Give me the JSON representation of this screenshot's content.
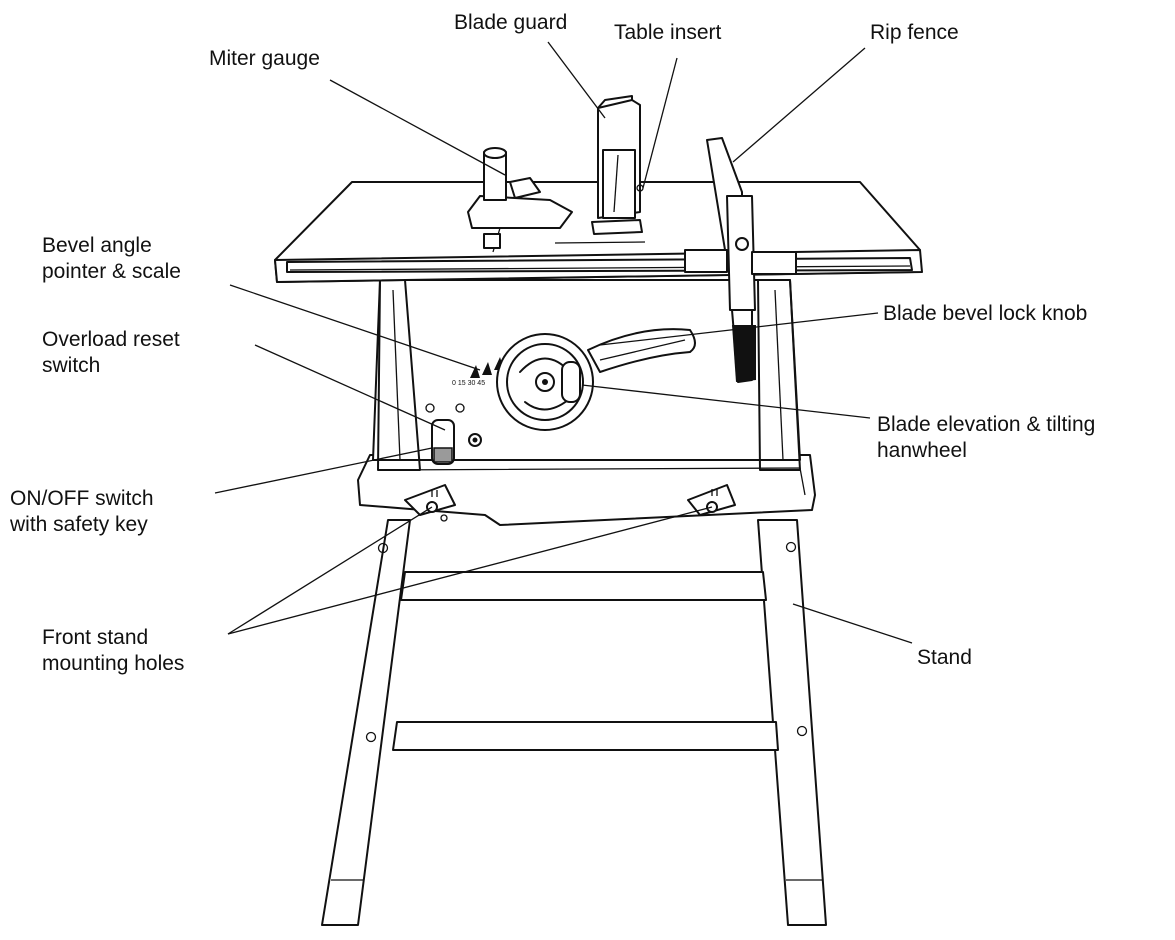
{
  "labels": {
    "blade_guard": "Blade guard",
    "table_insert": "Table insert",
    "rip_fence": "Rip fence",
    "miter_gauge": "Miter gauge",
    "bevel_angle_line1": "Bevel angle",
    "bevel_angle_line2": "pointer & scale",
    "blade_bevel_lock": "Blade bevel lock knob",
    "overload_line1": "Overload reset",
    "overload_line2": "switch",
    "handwheel_line1": "Blade elevation & tilting",
    "handwheel_line2": "hanwheel",
    "onoff_line1": "ON/OFF switch",
    "onoff_line2": "with safety key",
    "front_stand_line1": "Front stand",
    "front_stand_line2": "mounting holes",
    "stand": "Stand"
  }
}
